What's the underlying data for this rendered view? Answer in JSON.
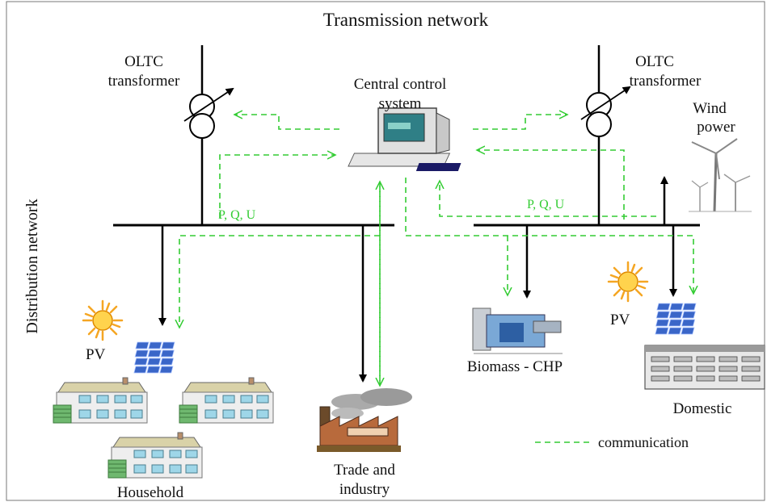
{
  "title": "Transmission network",
  "side_label": "Distribution network",
  "transformer_left_line1": "OLTC",
  "transformer_left_line2": "transformer",
  "transformer_right_line1": "OLTC",
  "transformer_right_line2": "transformer",
  "control_line1": "Central control",
  "control_line2": "system",
  "pqu_left": "P, Q, U",
  "pqu_right": "P, Q, U",
  "wind_line1": "Wind",
  "wind_line2": "power",
  "pv_left": "PV",
  "pv_right": "PV",
  "biomass": "Biomass - CHP",
  "domestic": "Domestic",
  "household": "Household",
  "trade_line1": "Trade and",
  "trade_line2": "industry",
  "legend_communication": "communication",
  "colors": {
    "power_line": "#000000",
    "communication": "#33cc33",
    "sun": "#f5a623",
    "pv_panel": "#3a66c8"
  }
}
